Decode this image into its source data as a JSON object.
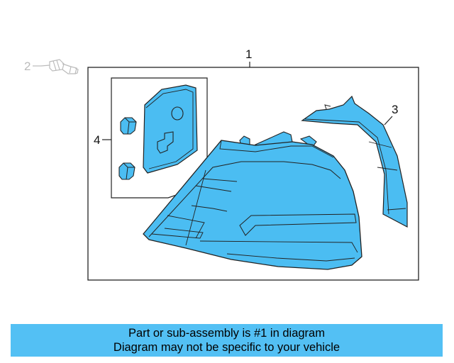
{
  "callouts": {
    "part1": "1",
    "part2": "2",
    "part3": "3",
    "part4": "4"
  },
  "banner": {
    "line1": "Part or sub-assembly is #1 in diagram",
    "line2": "Diagram may not be specific to your vehicle"
  },
  "colors": {
    "part_fill": "#4bbdf2",
    "banner_fill": "#53c0f4",
    "outline": "#222222",
    "muted": "#bbbbbb"
  }
}
